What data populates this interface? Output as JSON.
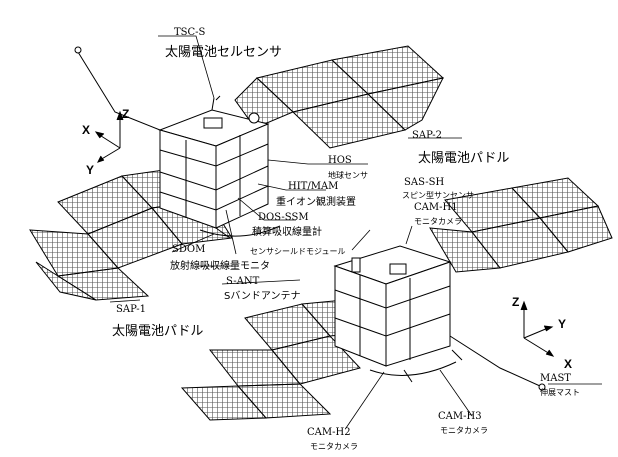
{
  "labels": {
    "tsc_s": "TSC-S",
    "solar_sensor": "太陽電池セルセンサ",
    "sap2": "SAP-2",
    "sap2_jp": "太陽電池パドル",
    "hos": "HOS",
    "hos_jp": "地球センサ",
    "hit_mam": "HIT/MAM",
    "hit_mam_jp": "重イオン観測装置",
    "dos_ssm": "DOS-SSM",
    "dos_ssm_jp": "積算吸収線量計",
    "sdom": "SDOM",
    "sdom_jp": "放射線吸収線量モニタ",
    "shield_module_jp": "センサシールドモジュール",
    "s_ant": "S-ANT",
    "s_ant_jp": "Sバンドアンテナ",
    "sap1": "SAP-1",
    "sap1_jp": "太陽電池パドル",
    "sas_sh": "SAS-SH",
    "sas_sh_jp": "スピン型サンセンサ",
    "cam_h1": "CAM-H1",
    "cam_h1_jp": "モニタカメラ",
    "cam_h2": "CAM-H2",
    "cam_h2_jp": "モニタカメラ",
    "cam_h3": "CAM-H3",
    "cam_h3_jp": "モニタカメラ",
    "mast": "MAST",
    "mast_jp": "伸展マスト"
  },
  "axes_left": {
    "x": "X",
    "y": "Y",
    "z": "Z"
  },
  "axes_right": {
    "x": "X",
    "y": "Y",
    "z": "Z"
  }
}
